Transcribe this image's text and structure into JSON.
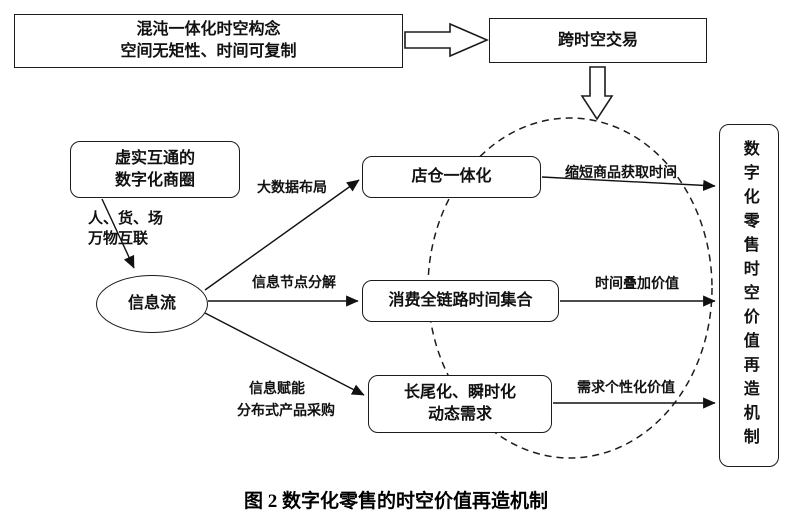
{
  "diagram": {
    "caption": "图 2  数字化零售的时空价值再造机制",
    "boxes": {
      "chaos": {
        "line1": "混沌一体化时空构念",
        "line2": "空间无矩性、时间可复制"
      },
      "cross": {
        "label": "跨时空交易"
      },
      "circle": {
        "line1": "虚实互通的",
        "line2": "数字化商圈"
      },
      "flow": {
        "label": "信息流"
      },
      "store": {
        "label": "店仓一体化"
      },
      "chain": {
        "label": "消费全链路时间集合"
      },
      "longtail": {
        "line1": "长尾化、瞬时化",
        "line2": "动态需求"
      },
      "mechanism": {
        "label": "数字化零售时空价值再造机制"
      }
    },
    "labels": {
      "people": {
        "line1": "人、货、场",
        "line2": "万物互联"
      },
      "big_data": "大数据布局",
      "node": "信息节点分解",
      "empower1": "信息赋能",
      "empower2": "分布式产品采购",
      "shorten": "缩短商品获取时间",
      "time_add": "时间叠加价值",
      "demand": "需求个性化价值"
    },
    "colors": {
      "stroke": "#1c1c1c",
      "background": "#ffffff"
    }
  }
}
